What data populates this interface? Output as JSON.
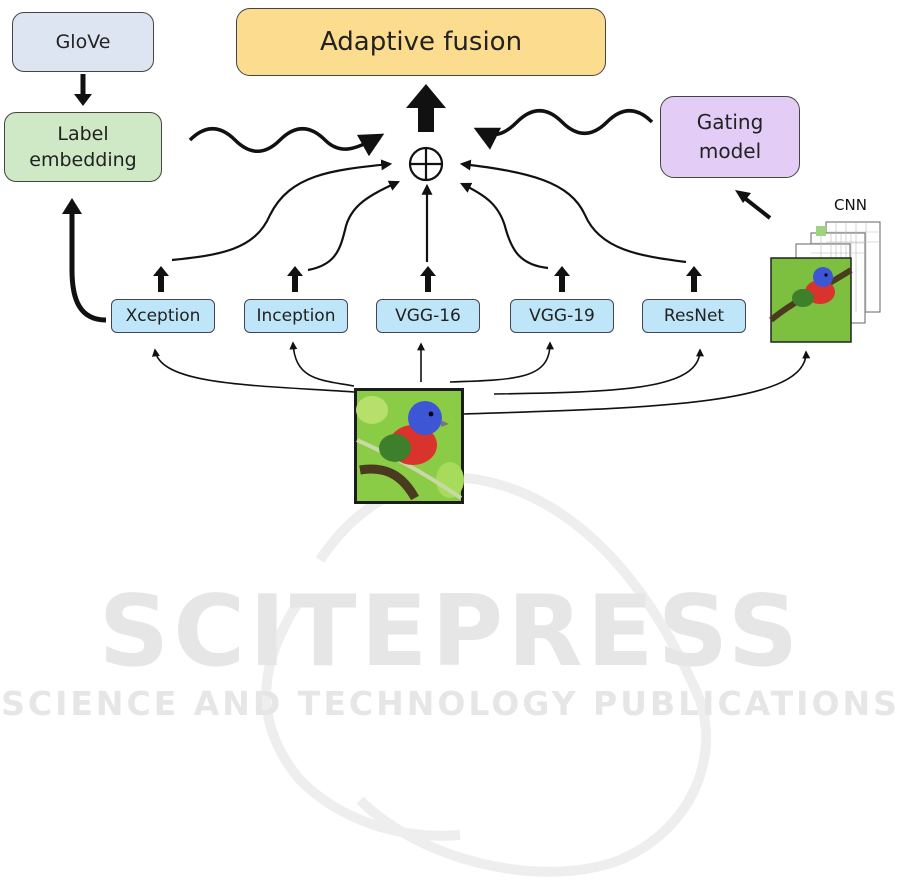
{
  "nodes": {
    "glove": "GloVe",
    "fusion": "Adaptive fusion",
    "label_embedding": "Label\nembedding",
    "gating_model": "Gating\nmodel",
    "cnn": "CNN"
  },
  "models": [
    "Xception",
    "Inception",
    "VGG-16",
    "VGG-19",
    "ResNet"
  ],
  "watermark": {
    "main": "SCITEPRESS",
    "sub": "SCIENCE AND TECHNOLOGY PUBLICATIONS"
  },
  "colors": {
    "glove": "#dde5f3",
    "fusion": "#fcdc8e",
    "label_embedding": "#cfe8c6",
    "gating_model": "#e3cdf7",
    "model": "#bfe6f8"
  }
}
